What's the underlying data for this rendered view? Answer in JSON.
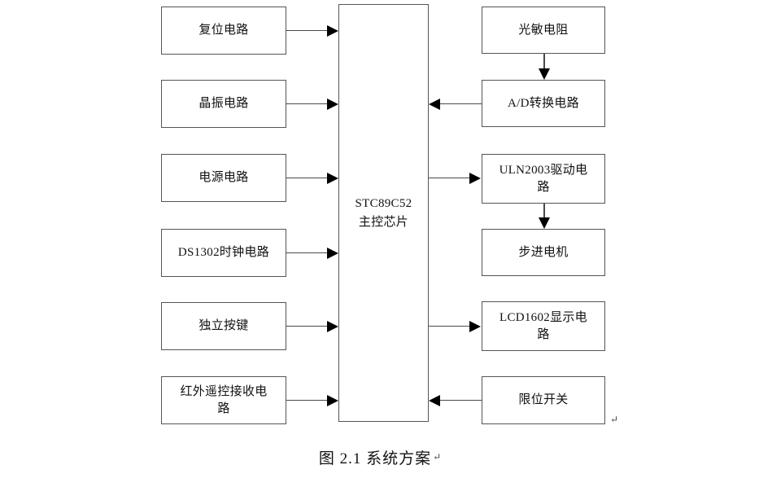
{
  "figure": {
    "caption": "图 2.1  系统方案",
    "caption_pilcrow": "↵",
    "trailing_pilcrow": "↵",
    "type": "block-diagram",
    "colors": {
      "box_border": "#555555",
      "connector": "#4a4a4a",
      "arrow": "#000000",
      "text": "#111111",
      "background": "#ffffff"
    }
  },
  "center": {
    "mcu": {
      "line1": "STC89C52",
      "line2": "主控芯片",
      "label": "STC89C52\n主控芯片"
    }
  },
  "left_column": {
    "blocks": [
      {
        "id": "reset-circuit",
        "label": "复位电路"
      },
      {
        "id": "crystal-oscillator-circuit",
        "label": "晶振电路"
      },
      {
        "id": "power-supply-circuit",
        "label": "电源电路"
      },
      {
        "id": "ds1302-clock-circuit",
        "label": "DS1302时钟电路"
      },
      {
        "id": "independent-keys",
        "label": "独立按键"
      },
      {
        "id": "infrared-remote-receiver-circuit",
        "label": "红外遥控接收电\n路"
      }
    ]
  },
  "right_column": {
    "blocks": [
      {
        "id": "photoresistor",
        "label": "光敏电阻"
      },
      {
        "id": "ad-conversion-circuit",
        "label": "A/D转换电路"
      },
      {
        "id": "uln2003-driver-circuit",
        "label": "ULN2003驱动电\n路"
      },
      {
        "id": "stepper-motor",
        "label": "步进电机"
      },
      {
        "id": "lcd1602-display-circuit",
        "label": "LCD1602显示电\n路"
      },
      {
        "id": "limit-switch",
        "label": "限位开关"
      }
    ]
  },
  "connections": [
    {
      "from": "复位电路",
      "to": "STC89C52主控芯片",
      "direction": "right"
    },
    {
      "from": "晶振电路",
      "to": "STC89C52主控芯片",
      "direction": "right"
    },
    {
      "from": "电源电路",
      "to": "STC89C52主控芯片",
      "direction": "right"
    },
    {
      "from": "DS1302时钟电路",
      "to": "STC89C52主控芯片",
      "direction": "right"
    },
    {
      "from": "独立按键",
      "to": "STC89C52主控芯片",
      "direction": "right"
    },
    {
      "from": "红外遥控接收电路",
      "to": "STC89C52主控芯片",
      "direction": "right"
    },
    {
      "from": "光敏电阻",
      "to": "A/D转换电路",
      "direction": "down"
    },
    {
      "from": "A/D转换电路",
      "to": "STC89C52主控芯片",
      "direction": "left"
    },
    {
      "from": "STC89C52主控芯片",
      "to": "ULN2003驱动电路",
      "direction": "right"
    },
    {
      "from": "ULN2003驱动电路",
      "to": "步进电机",
      "direction": "down"
    },
    {
      "from": "STC89C52主控芯片",
      "to": "LCD1602显示电路",
      "direction": "right"
    },
    {
      "from": "限位开关",
      "to": "STC89C52主控芯片",
      "direction": "left"
    }
  ]
}
